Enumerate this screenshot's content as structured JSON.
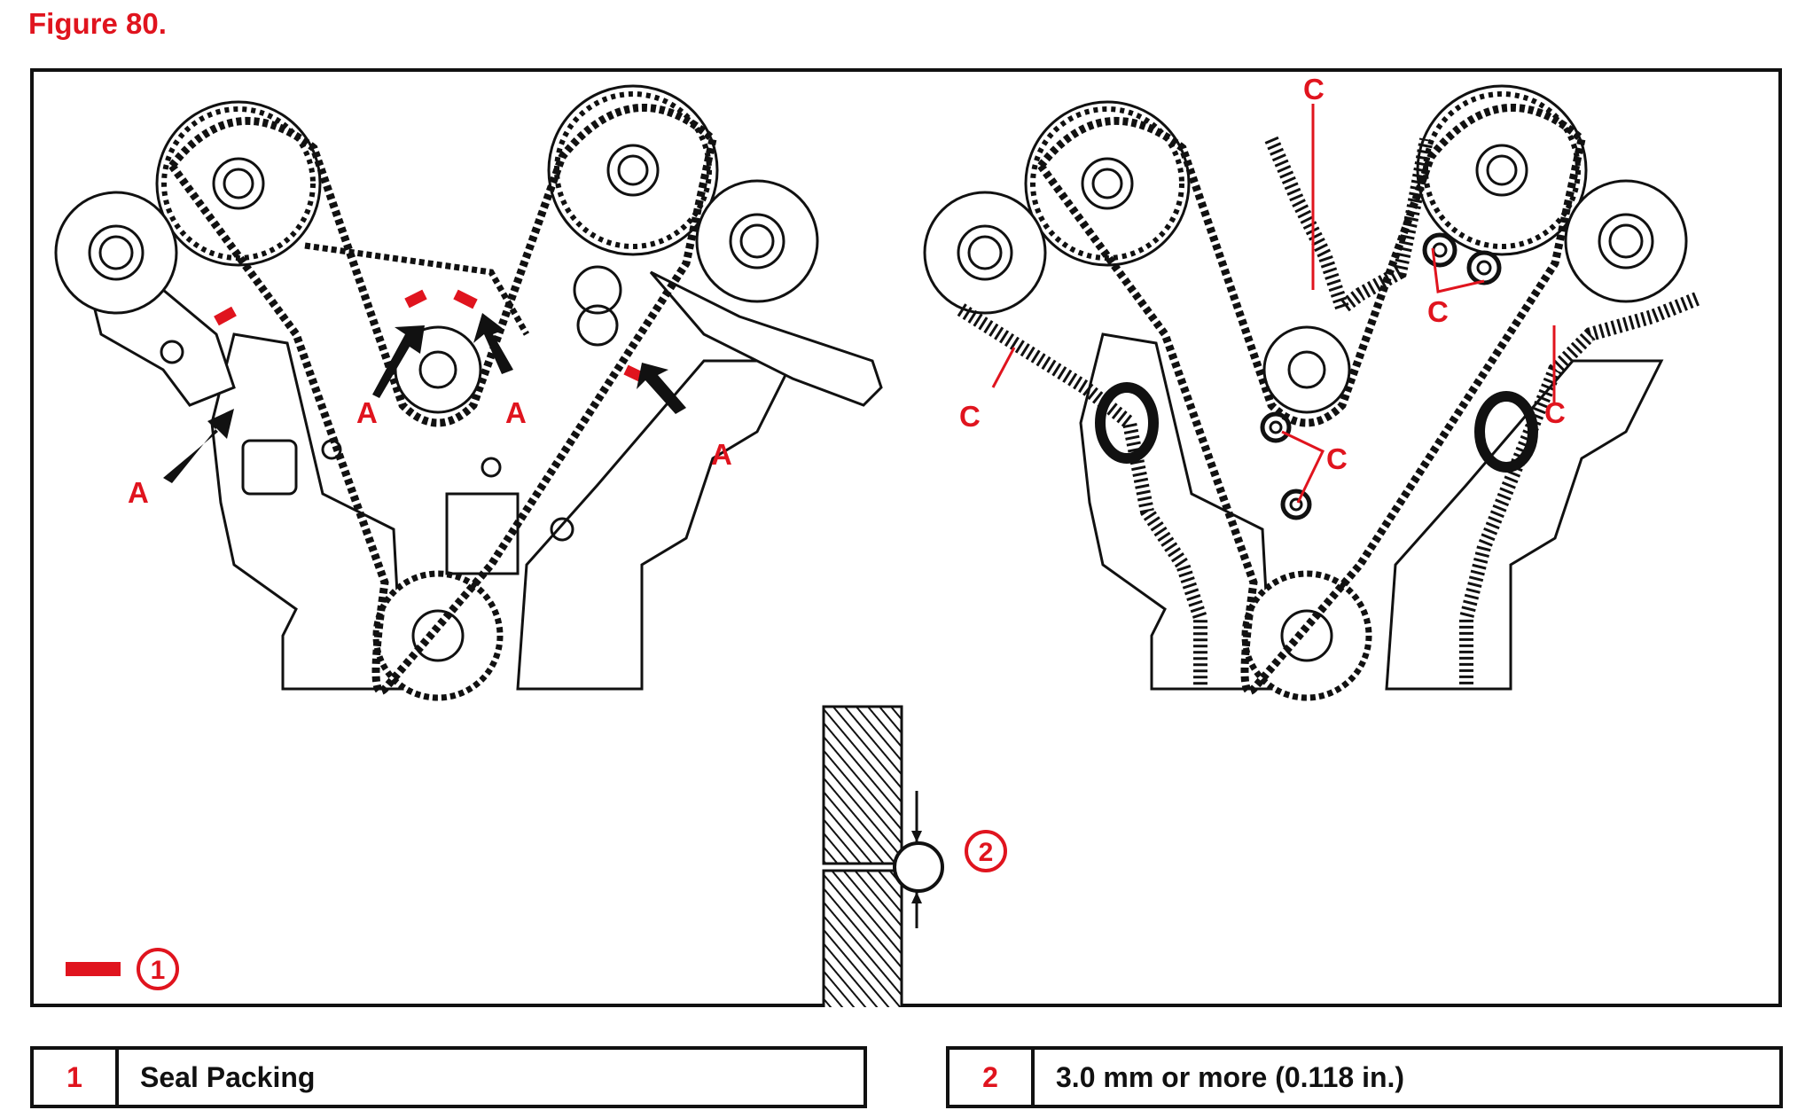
{
  "figure_title": "Figure 80.",
  "callout_labels": {
    "a": "A",
    "c": "C",
    "one": "1",
    "two": "2"
  },
  "legend": [
    {
      "number": "1",
      "text": "Seal Packing"
    },
    {
      "number": "2",
      "text": "3.0 mm or more (0.118 in.)"
    }
  ],
  "colors": {
    "accent": "#e0141e",
    "ink": "#111111"
  }
}
